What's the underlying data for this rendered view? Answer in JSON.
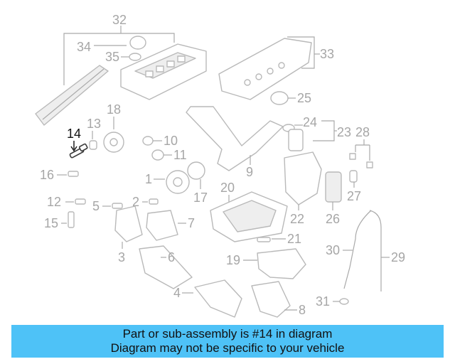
{
  "callouts": [
    "1",
    "2",
    "3",
    "4",
    "5",
    "6",
    "7",
    "8",
    "9",
    "10",
    "11",
    "12",
    "13",
    "14",
    "15",
    "16",
    "17",
    "18",
    "19",
    "20",
    "21",
    "22",
    "23",
    "24",
    "25",
    "26",
    "27",
    "28",
    "29",
    "30",
    "31",
    "32",
    "33",
    "34",
    "35"
  ],
  "highlighted_callout": "14",
  "banner": {
    "line1": "Part or sub-assembly is #14 in diagram",
    "line2": "Diagram may not be specific to your vehicle"
  },
  "colors": {
    "banner_background": "#4ec2f7",
    "part_outline": "#b9b9b9",
    "callout_text": "#a6a6a6",
    "highlight": "#111111"
  }
}
